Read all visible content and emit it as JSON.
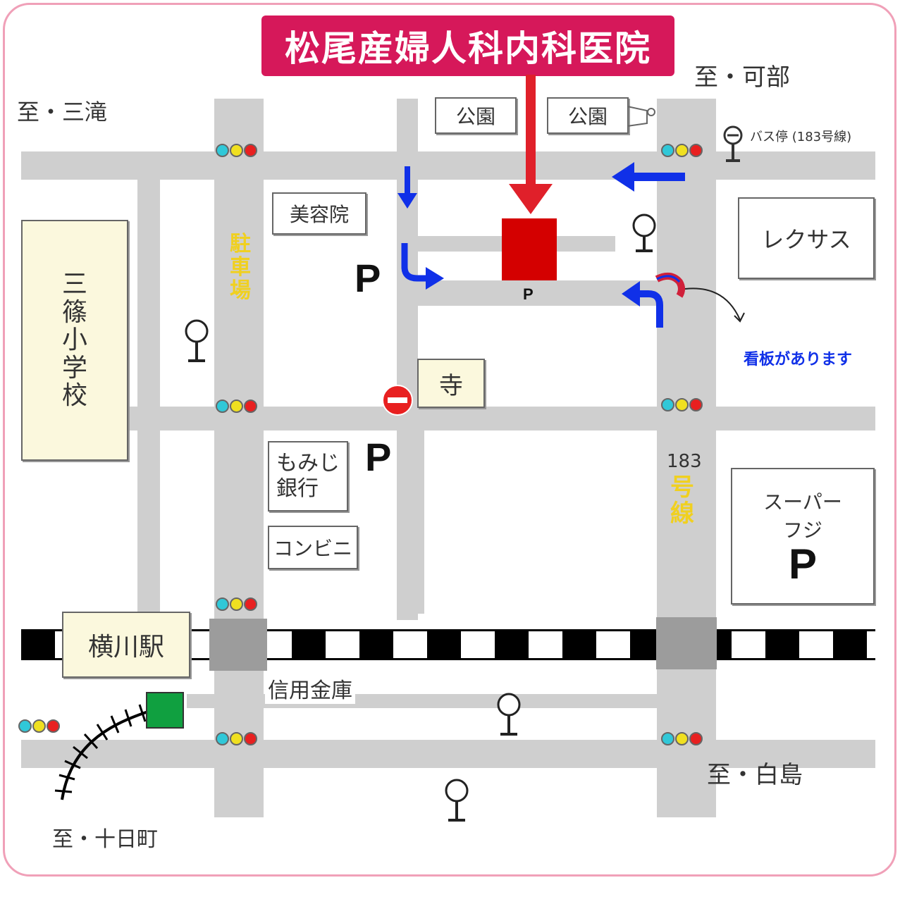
{
  "title": "松尾産婦人科内科医院",
  "directions": {
    "kabe": "至・可部",
    "mitaki": "至・三滝",
    "shiraishima": "至・白島",
    "tokaichimachi": "至・十日町"
  },
  "bus_stop": "バス停 (183号線)",
  "buildings": {
    "park1": "公園",
    "park2": "公園",
    "beauty_salon": "美容院",
    "lexus": "レクサス",
    "school": [
      "三",
      "篠",
      "小",
      "学",
      "校"
    ],
    "temple": "寺",
    "momiji_bank": "もみじ\n銀行",
    "convenience": "コンビニ",
    "super_fuji_l1": "スーパー",
    "super_fuji_l2": "フジ",
    "station": "横川駅",
    "shinkin": "信用金庫"
  },
  "labels": {
    "parking_lot": [
      "駐",
      "車",
      "場"
    ],
    "route_num": "183",
    "route_chars": [
      "号",
      "線"
    ],
    "signboard": "看板があります",
    "parking": "P"
  },
  "colors": {
    "accent": "#d6185a",
    "clinic": "#d40000",
    "arrow_blue": "#1030e8",
    "road_yellow": "#f0d020",
    "signal_cyan": "#30c8d8",
    "signal_yellow": "#f0e020",
    "signal_red": "#e82020",
    "station_green": "#10a040"
  }
}
